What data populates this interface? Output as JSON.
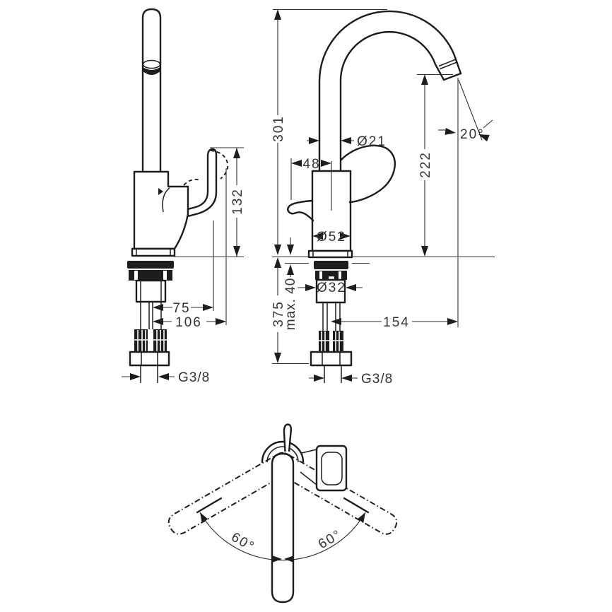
{
  "title": "faucet-technical-drawing",
  "colors": {
    "background": "#ffffff",
    "line": "#1d1d1b",
    "dimension": "#2e2e2e",
    "text": "#333333"
  },
  "views": {
    "side_view": {
      "dims": {
        "handle_height": "132",
        "reach_small": "75",
        "reach_large": "106",
        "thread": "G3/8"
      }
    },
    "front_view": {
      "dims": {
        "overall_height": "301",
        "spout_diameter": "Ø21",
        "spout_offset": "48",
        "outlet_height": "222",
        "outlet_angle": "20°",
        "body_diameter": "Ø52",
        "shank_diameter": "Ø32",
        "deck_thickness": "max. 40",
        "hose_length": "375",
        "spout_reach": "154",
        "thread": "G3/8"
      }
    },
    "top_view": {
      "dims": {
        "swivel_left": "60°",
        "swivel_right": "60°"
      }
    }
  }
}
